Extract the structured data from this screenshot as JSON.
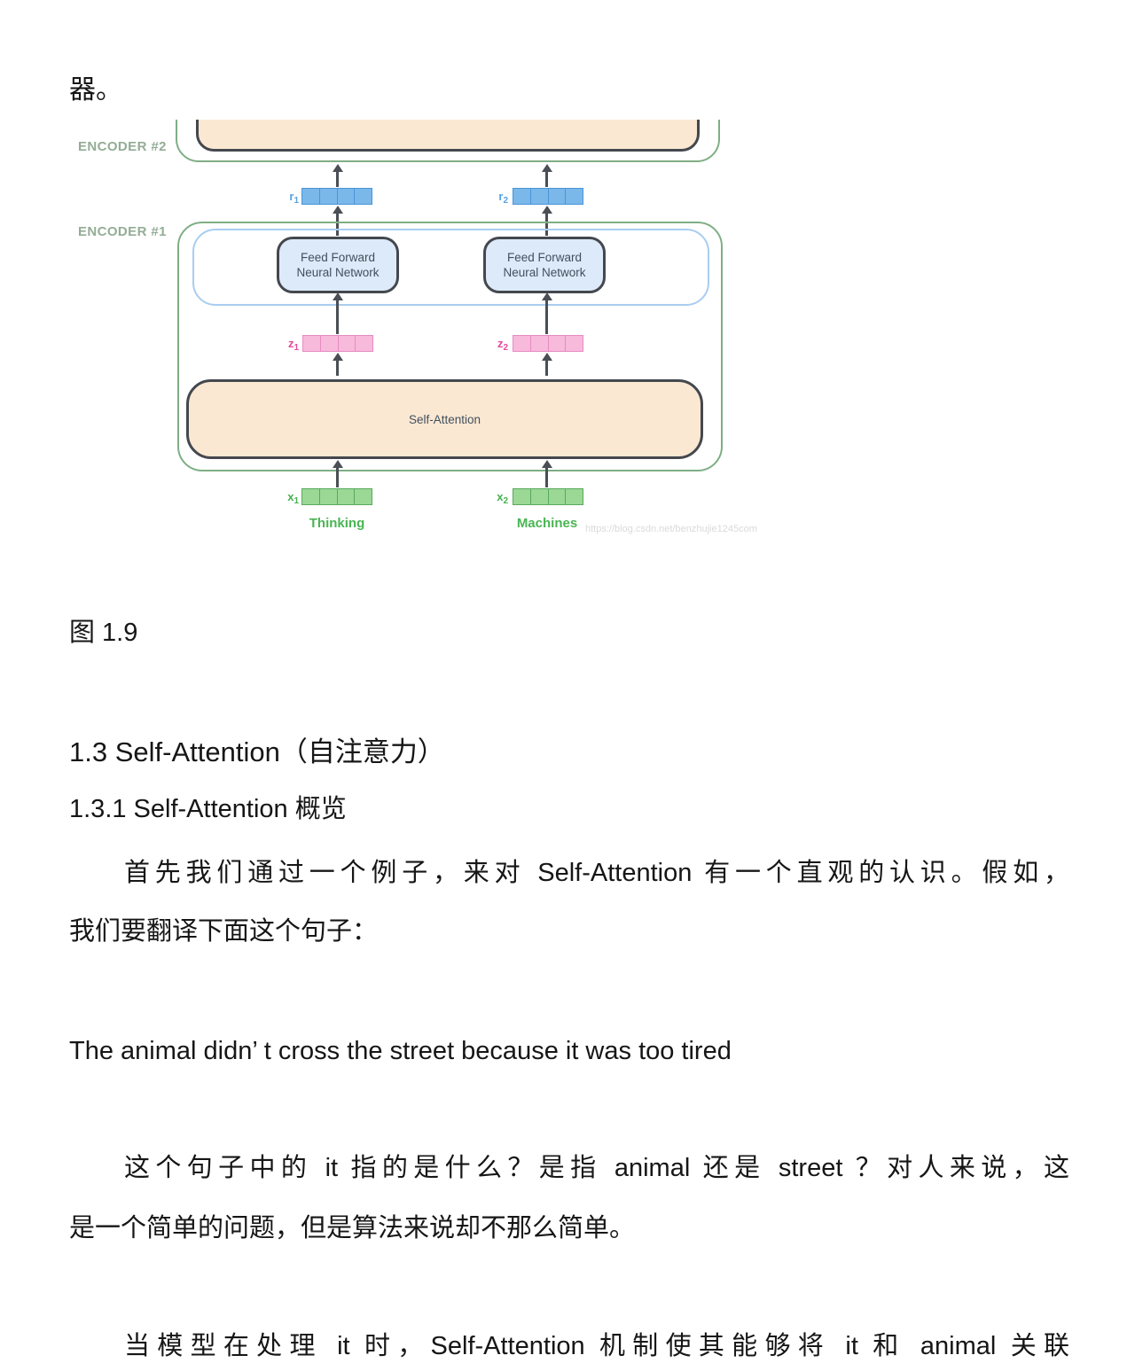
{
  "colors": {
    "green-border": "#7fae85",
    "encoder-label": "#93ad95",
    "peach-fill": "#fbe8d3",
    "dark-border": "#44484e",
    "blue-box-border": "#a9cdf0",
    "ffnn-fill": "#ddeaf9",
    "ffnn-text": "#41505e",
    "r-label": "#55a2e2",
    "r-fill": "#7ab8ea",
    "r-border": "#4a94d8",
    "z-label": "#e54a9e",
    "z-fill": "#f8badb",
    "z-border": "#e58cc2",
    "x-label": "#45b14e",
    "x-fill": "#9bd895",
    "x-border": "#58a95c",
    "word-green": "#49b552",
    "arrow": "#4a4f55",
    "watermark": "#dadada",
    "text": "#161616"
  },
  "content": {
    "prev_text": "器。",
    "caption": "图 1.9",
    "heading_1_3": "1.3 Self-Attention（自注意力）",
    "heading_1_3_1": "1.3.1 Self-Attention 概览",
    "para1_line1": "首先我们通过一个例子，来对 Self-Attention 有一个直观的认识。假如，",
    "para1_line2": "我们要翻译下面这个句子：",
    "example_sentence": "The animal didn’ t cross the street because it was too tired",
    "para2_line1": "这个句子中的 it 指的是什么？是指 animal 还是 street ？对人来说，这",
    "para2_line2": "是一个简单的问题，但是算法来说却不那么简单。",
    "para3_line1": "当模型在处理 it 时，Self-Attention 机制使其能够将 it 和 animal 关联"
  },
  "figure": {
    "encoder2_label": "ENCODER #2",
    "encoder1_label": "ENCODER #1",
    "ffnn": {
      "line1": "Feed Forward",
      "line2": "Neural Network"
    },
    "self_attention_label": "Self-Attention",
    "vectors": {
      "r": [
        {
          "base": "r",
          "sub": "1"
        },
        {
          "base": "r",
          "sub": "2"
        }
      ],
      "z": [
        {
          "base": "z",
          "sub": "1"
        },
        {
          "base": "z",
          "sub": "2"
        }
      ],
      "x": [
        {
          "base": "x",
          "sub": "1"
        },
        {
          "base": "x",
          "sub": "2"
        }
      ]
    },
    "words": [
      "Thinking",
      "Machines"
    ],
    "watermark": "https://blog.csdn.net/benzhujie1245com"
  }
}
